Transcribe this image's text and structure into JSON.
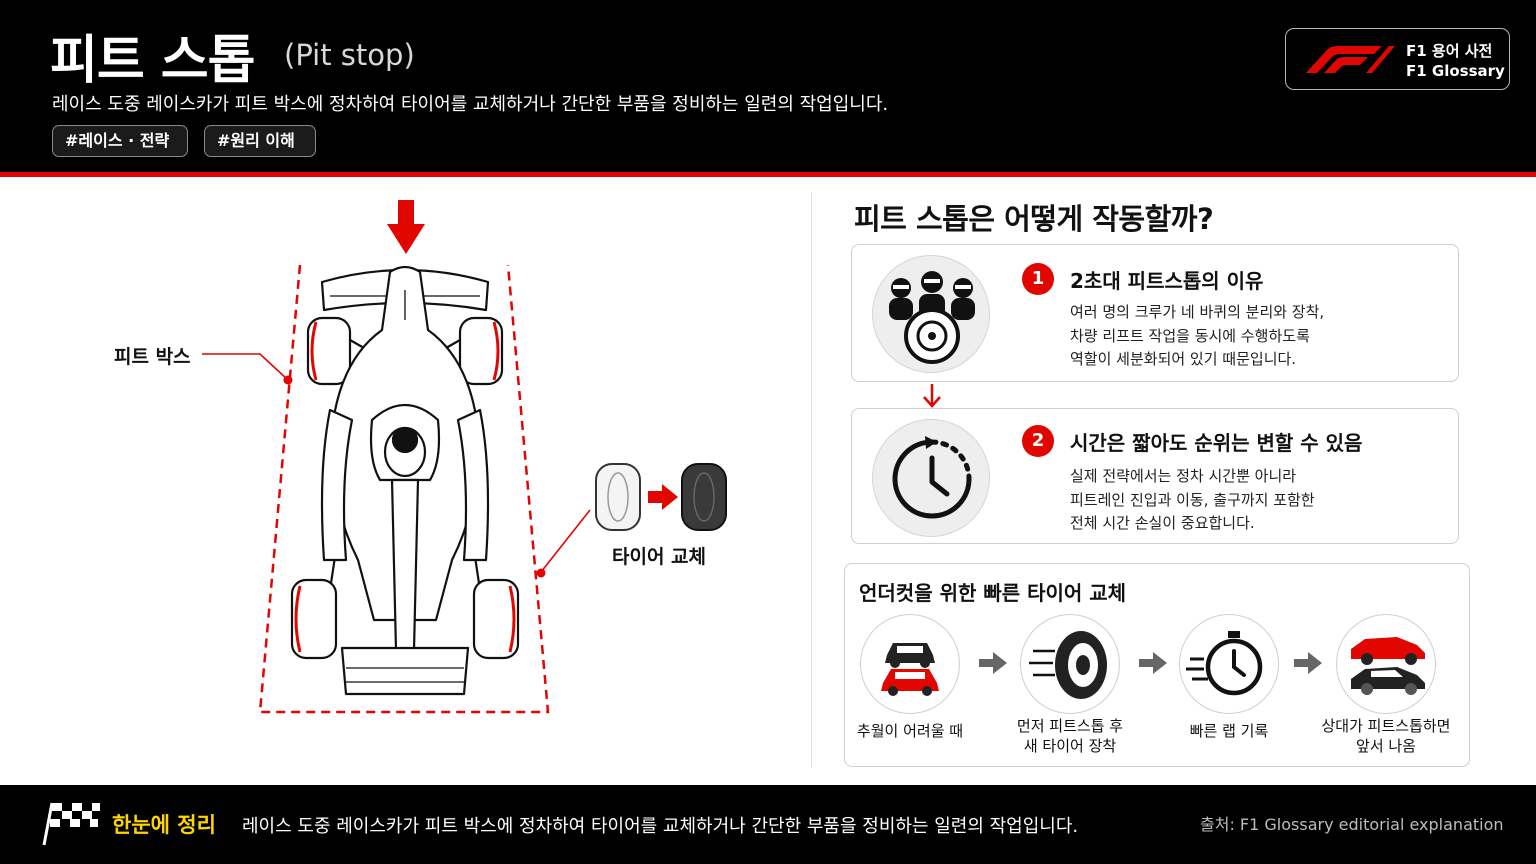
{
  "header": {
    "title": "피트 스톱",
    "title_en": "(Pit stop)",
    "description": "레이스 도중 레이스카가 피트 박스에 정차하여 타이어를 교체하거나 간단한 부품을 정비하는 일련의 작업입니다.",
    "tags": [
      "#레이스 · 전략",
      "#원리 이해"
    ],
    "logo": {
      "line1": "F1 용어 사전",
      "line2": "F1 Glossary"
    }
  },
  "illustration": {
    "pit_box_label": "피트 박스",
    "tire_change_label": "타이어 교체"
  },
  "how": {
    "title": "피트 스톱은 어떻게 작동할까?",
    "steps": [
      {
        "number": "1",
        "heading": "2초대 피트스톱의 이유",
        "lines": [
          "여러 명의 크루가 네 바퀴의 분리와 장착,",
          "차량 리프트 작업을 동시에 수행하도록",
          "역할이 세분화되어 있기 때문입니다."
        ],
        "icon": "pit-crew-icon"
      },
      {
        "number": "2",
        "heading": "시간은 짧아도 순위는 변할 수 있음",
        "lines": [
          "실제 전략에서는 정차 시간뿐 아니라",
          "피트레인 진입과 이동, 출구까지 포함한",
          "전체 시간 손실이 중요합니다."
        ],
        "icon": "stopwatch-clock-icon"
      }
    ]
  },
  "undercut": {
    "title": "언더컷을 위한 빠른 타이어 교체",
    "steps": [
      {
        "lines": [
          "추월이 어려울 때"
        ],
        "icon": "two-cars-icon"
      },
      {
        "lines": [
          "먼저 피트스톱 후",
          "새 타이어 장착"
        ],
        "icon": "tire-icon"
      },
      {
        "lines": [
          "빠른 랩 기록"
        ],
        "icon": "stopwatch-icon"
      },
      {
        "lines": [
          "상대가 피트스톱하면",
          "앞서 나옴"
        ],
        "icon": "overtake-cars-icon"
      }
    ]
  },
  "footer": {
    "label": "한눈에 정리",
    "summary": "레이스 도중 레이스카가 피트 박스에 정차하여 타이어를 교체하거나 간단한 부품을 정비하는 일련의 작업입니다.",
    "source": "출처: F1 Glossary editorial explanation"
  },
  "colors": {
    "accent": "#e10600",
    "highlight": "#ffd500",
    "header_bg": "#000000"
  }
}
